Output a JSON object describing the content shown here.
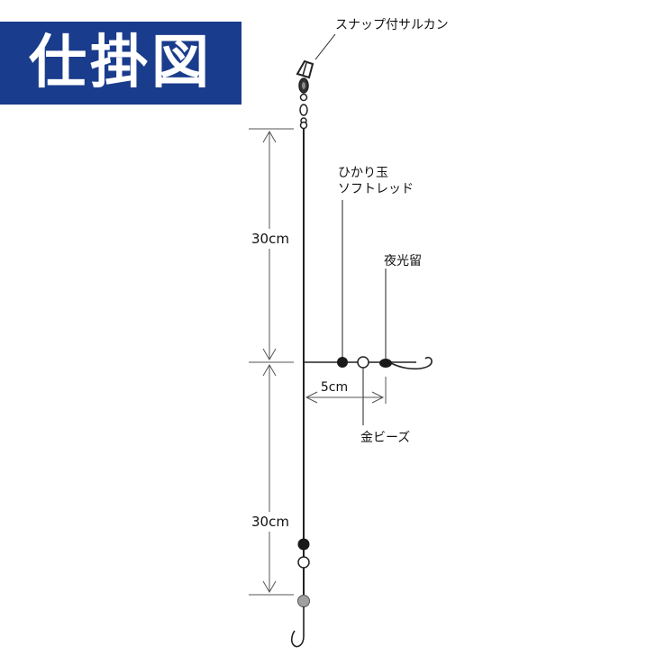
{
  "title": "仕掛図",
  "labels": {
    "snap_swivel": "スナップ付サルカン",
    "glow_bead_line1": "ひかり玉",
    "glow_bead_line2": "ソフトレッド",
    "glow_stopper": "夜光留",
    "gold_beads": "金ビーズ",
    "upper_length": "30cm",
    "lower_length": "30cm",
    "branch_length": "5cm"
  },
  "colors": {
    "banner": "#1a3c8c",
    "line": "#222222",
    "bead_dark": "#1a1a1a",
    "bead_white": "#ffffff",
    "sinker_gray": "#a0a0a0"
  },
  "icons": [
    "snap-swivel-icon",
    "hook-icon",
    "bead-icon",
    "sinker-icon"
  ]
}
